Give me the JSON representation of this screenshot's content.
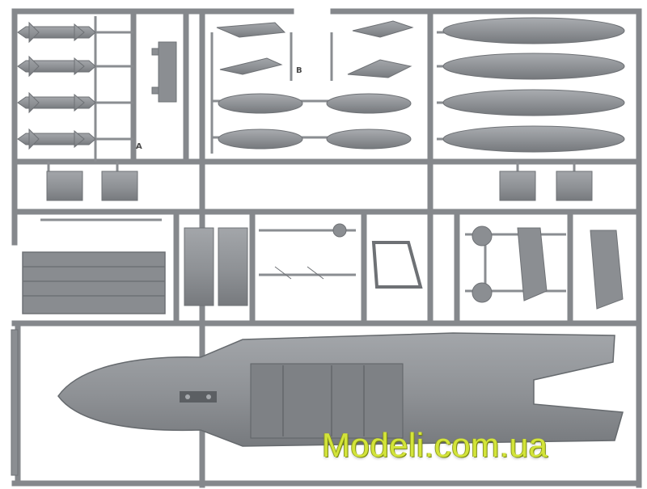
{
  "photo": {
    "subject": "plastic model kit sprue",
    "plastic_color": "#8f9296",
    "background_color": "#ffffff"
  },
  "watermark": {
    "text": "Modeli.com.ua",
    "color": "#d3e43a"
  },
  "sprue_letters": {
    "a": "A",
    "b": "B"
  }
}
